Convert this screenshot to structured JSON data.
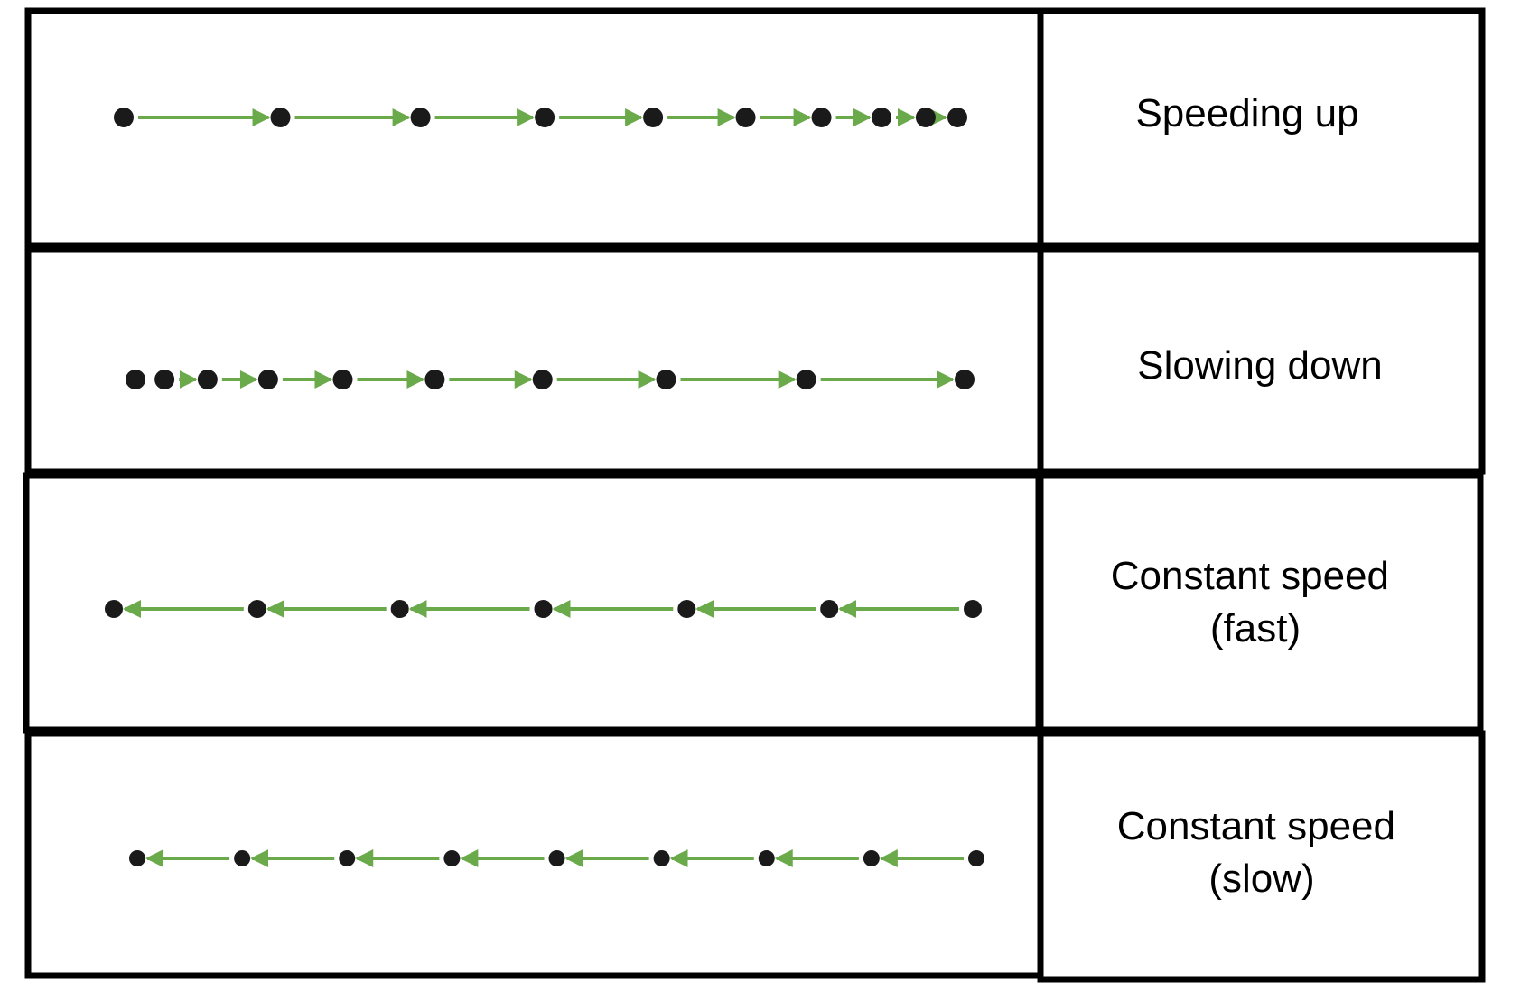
{
  "colors": {
    "border": "#000000",
    "dot": "#1a1a1a",
    "arrow": "#6aaa4b",
    "background": "#ffffff"
  },
  "rows": [
    {
      "label_lines": [
        "Speeding up"
      ],
      "direction": "right",
      "dot_positions": [
        0.0,
        0.188,
        0.356,
        0.505,
        0.635,
        0.746,
        0.837,
        0.909,
        0.962,
        1.0
      ]
    },
    {
      "label_lines": [
        "Slowing down"
      ],
      "direction": "right",
      "dot_positions": [
        0.0,
        0.035,
        0.087,
        0.16,
        0.25,
        0.361,
        0.491,
        0.64,
        0.809,
        1.0
      ]
    },
    {
      "label_lines": [
        "Constant speed",
        "(fast)"
      ],
      "direction": "left",
      "dot_positions": [
        0.0,
        0.167,
        0.333,
        0.5,
        0.667,
        0.833,
        1.0
      ]
    },
    {
      "label_lines": [
        "Constant speed",
        "(slow)"
      ],
      "direction": "left",
      "dot_positions": [
        0.0,
        0.125,
        0.25,
        0.375,
        0.5,
        0.625,
        0.75,
        0.875,
        1.0
      ]
    }
  ]
}
